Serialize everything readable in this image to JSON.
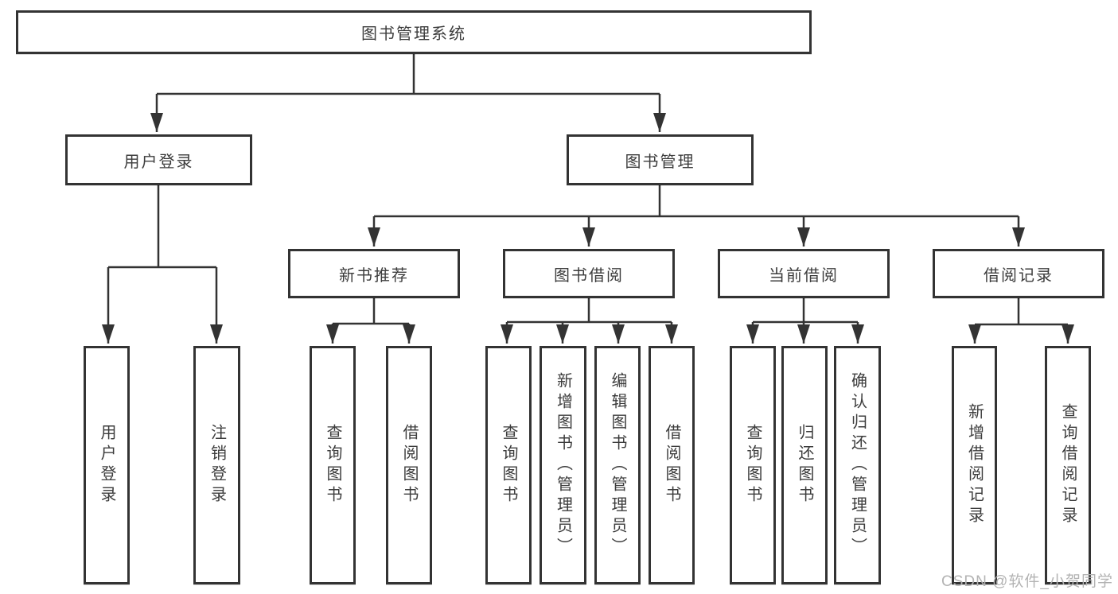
{
  "diagram": {
    "root": {
      "label": "图书管理系统"
    },
    "level2": [
      {
        "label": "用户登录"
      },
      {
        "label": "图书管理"
      }
    ],
    "level3": [
      {
        "label": "新书推荐"
      },
      {
        "label": "图书借阅"
      },
      {
        "label": "当前借阅"
      },
      {
        "label": "借阅记录"
      }
    ],
    "leaves": [
      {
        "label": "用户登录"
      },
      {
        "label": "注销登录"
      },
      {
        "label": "查询图书"
      },
      {
        "label": "借阅图书"
      },
      {
        "label": "查询图书"
      },
      {
        "label": "新增图书（管理员）"
      },
      {
        "label": "编辑图书（管理员）"
      },
      {
        "label": "借阅图书"
      },
      {
        "label": "查询图书"
      },
      {
        "label": "归还图书"
      },
      {
        "label": "确认归还（管理员）"
      },
      {
        "label": "新增借阅记录"
      },
      {
        "label": "查询借阅记录"
      }
    ]
  },
  "watermark": {
    "text": "CSDN @软件_小贺同学"
  },
  "colors": {
    "line": "#333333",
    "text": "#3c3c3c",
    "watermark": "#b3b3b3",
    "background": "#ffffff"
  }
}
